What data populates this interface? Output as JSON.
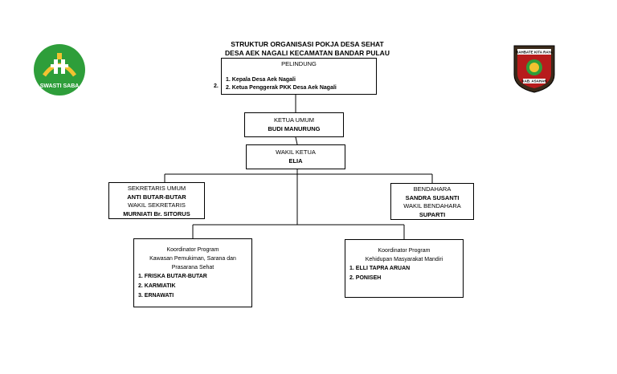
{
  "header": {
    "title_line1": "STRUKTUR ORGANISASI POKJA DESA SEHAT",
    "title_line2": "DESA AEK NAGALI  KECAMATAN BANDAR PULAU"
  },
  "logos": {
    "left_text": "SWASTI SABA",
    "right_top_text": "RAHBATE KITA RAYA",
    "right_bottom_text": "KAB. ASAHAN"
  },
  "pelindung": {
    "title": "PELINDUNG",
    "items": [
      "1.  Kepala Desa Aek Nagali",
      "2.  Ketua Penggerak PKK Desa Aek Nagali"
    ],
    "stray_mark": "2."
  },
  "ketua": {
    "title": "KETUA UMUM",
    "name": "BUDI MANURUNG"
  },
  "wakil": {
    "title": "WAKIL KETUA",
    "name": "ELIA"
  },
  "sekretaris": {
    "title": "SEKRETARIS UMUM",
    "name": "ANTI BUTAR-BUTAR",
    "wakil_title": "WAKIL SEKRETARIS",
    "wakil_name": "MURNIATI Br. SITORUS"
  },
  "bendahara": {
    "title": "BENDAHARA",
    "name": "SANDRA SUSANTI",
    "wakil_title": "WAKIL BENDAHARA",
    "wakil_name": "SUPARTI"
  },
  "koordinator1": {
    "title": "Koordinator Program",
    "subtitle_line1": "Kawasan Pemukiman, Sarana dan",
    "subtitle_line2": "Prasarana Sehat",
    "members": [
      "1. FRISKA BUTAR-BUTAR",
      "2. KARMIATIK",
      "3. ERNAWATI"
    ]
  },
  "koordinator2": {
    "title": "Koordinator Program",
    "subtitle_line1": "Kehidupan Masyarakat Mandiri",
    "members": [
      "1. ELLI TAPRA ARUAN",
      "2. PONISEH"
    ]
  },
  "colors": {
    "logo_green": "#2e9e3a",
    "logo_yellow": "#f2c230",
    "shield_red": "#b71c1c",
    "shield_dark": "#3a2a1a"
  }
}
